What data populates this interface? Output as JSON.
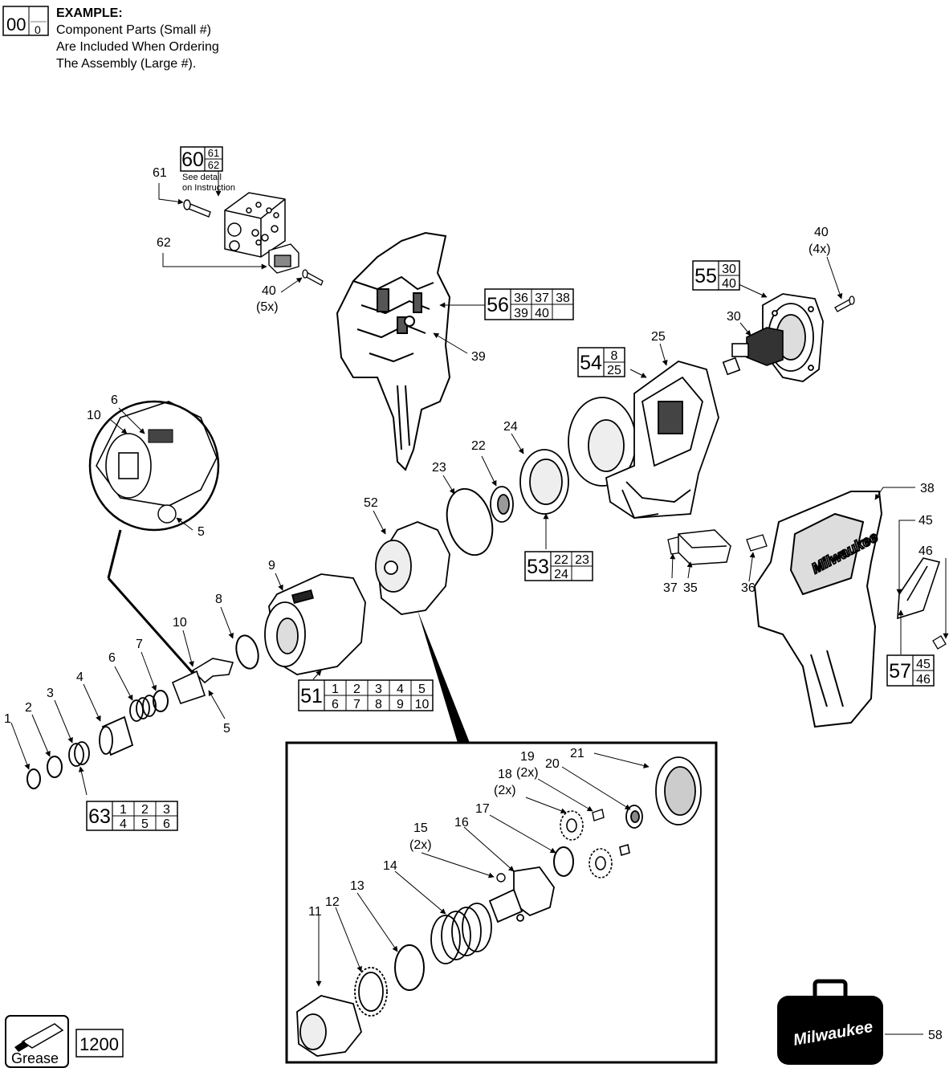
{
  "example": {
    "big": "00",
    "small": "0",
    "heading": "EXAMPLE:",
    "lines": [
      "Component Parts (Small #)",
      "Are Included When Ordering",
      "The Assembly (Large #)."
    ]
  },
  "detail_note": [
    "See detail",
    "on Instruction"
  ],
  "labels": [
    {
      "id": "61",
      "text": "61"
    },
    {
      "id": "62",
      "text": "62"
    },
    {
      "id": "40a",
      "text": "40"
    },
    {
      "id": "40a_qty",
      "text": "(5x)"
    },
    {
      "id": "40b",
      "text": "40"
    },
    {
      "id": "40b_qty",
      "text": "(4x)"
    },
    {
      "id": "39",
      "text": "39"
    },
    {
      "id": "30",
      "text": "30"
    },
    {
      "id": "25",
      "text": "25"
    },
    {
      "id": "6a",
      "text": "6"
    },
    {
      "id": "10a",
      "text": "10"
    },
    {
      "id": "5a",
      "text": "5"
    },
    {
      "id": "24",
      "text": "24"
    },
    {
      "id": "22",
      "text": "22"
    },
    {
      "id": "23",
      "text": "23"
    },
    {
      "id": "52",
      "text": "52"
    },
    {
      "id": "38",
      "text": "38"
    },
    {
      "id": "45",
      "text": "45"
    },
    {
      "id": "46",
      "text": "46"
    },
    {
      "id": "37",
      "text": "37"
    },
    {
      "id": "35",
      "text": "35"
    },
    {
      "id": "36",
      "text": "36"
    },
    {
      "id": "9",
      "text": "9"
    },
    {
      "id": "8",
      "text": "8"
    },
    {
      "id": "10b",
      "text": "10"
    },
    {
      "id": "7",
      "text": "7"
    },
    {
      "id": "6b",
      "text": "6"
    },
    {
      "id": "4",
      "text": "4"
    },
    {
      "id": "3",
      "text": "3"
    },
    {
      "id": "2",
      "text": "2"
    },
    {
      "id": "1",
      "text": "1"
    },
    {
      "id": "5b",
      "text": "5"
    },
    {
      "id": "21",
      "text": "21"
    },
    {
      "id": "20",
      "text": "20"
    },
    {
      "id": "19",
      "text": "19"
    },
    {
      "id": "19_qty",
      "text": "(2x)"
    },
    {
      "id": "18",
      "text": "18"
    },
    {
      "id": "18_qty",
      "text": "(2x)"
    },
    {
      "id": "17",
      "text": "17"
    },
    {
      "id": "16",
      "text": "16"
    },
    {
      "id": "15",
      "text": "15"
    },
    {
      "id": "15_qty",
      "text": "(2x)"
    },
    {
      "id": "14",
      "text": "14"
    },
    {
      "id": "13",
      "text": "13"
    },
    {
      "id": "12",
      "text": "12"
    },
    {
      "id": "11",
      "text": "11"
    },
    {
      "id": "58",
      "text": "58"
    }
  ],
  "assemblies": [
    {
      "id": "60",
      "big": "60",
      "parts": [
        [
          "61"
        ],
        [
          "62"
        ]
      ]
    },
    {
      "id": "56",
      "big": "56",
      "parts": [
        [
          "36",
          "37",
          "38"
        ],
        [
          "39",
          "40",
          ""
        ]
      ]
    },
    {
      "id": "55",
      "big": "55",
      "parts": [
        [
          "30"
        ],
        [
          "40"
        ]
      ]
    },
    {
      "id": "54",
      "big": "54",
      "parts": [
        [
          "8"
        ],
        [
          "25"
        ]
      ]
    },
    {
      "id": "53",
      "big": "53",
      "parts": [
        [
          "22",
          "23"
        ],
        [
          "24",
          ""
        ]
      ]
    },
    {
      "id": "51",
      "big": "51",
      "parts": [
        [
          "1",
          "2",
          "3",
          "4",
          "5"
        ],
        [
          "6",
          "7",
          "8",
          "9",
          "10"
        ]
      ]
    },
    {
      "id": "57",
      "big": "57",
      "parts": [
        [
          "45"
        ],
        [
          "46"
        ]
      ]
    },
    {
      "id": "63",
      "big": "63",
      "parts": [
        [
          "1",
          "2",
          "3"
        ],
        [
          "4",
          "5",
          "6"
        ]
      ]
    }
  ],
  "grease": {
    "label": "Grease",
    "code": "1200"
  },
  "case_brand": "Milwaukee",
  "housing_brand": "Milwaukee"
}
